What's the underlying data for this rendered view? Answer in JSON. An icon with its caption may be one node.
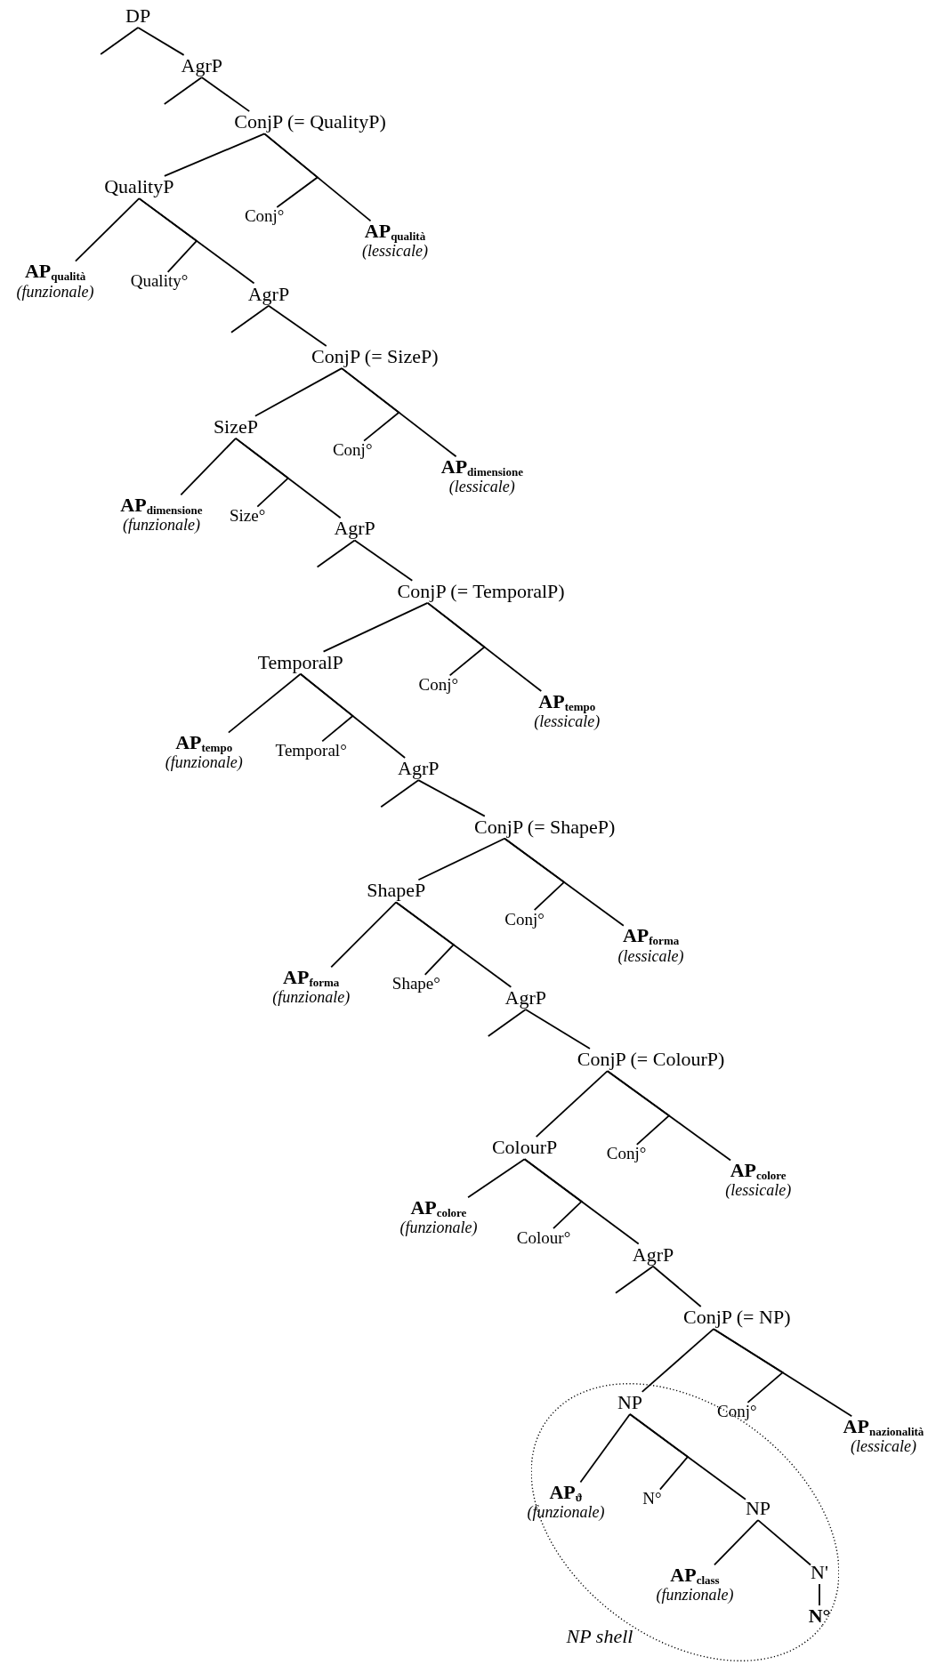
{
  "diagram": {
    "nodes": [
      {
        "text": [
          "DP"
        ]
      },
      {
        "text": [
          "AgrP"
        ]
      },
      {
        "text": [
          "ConjP (= QualityP)"
        ]
      },
      {
        "text": [
          "QualityP"
        ]
      },
      {
        "text": [
          "Conj°"
        ]
      },
      {
        "text": [
          "AP$_{qualità}$",
          "(lessicale)"
        ]
      },
      {
        "text": [
          "AP$_{qualità}$",
          "(funzionale)"
        ]
      },
      {
        "text": [
          "Quality°"
        ]
      },
      {
        "text": [
          "AgrP"
        ]
      },
      {
        "text": [
          "ConjP (= SizeP)"
        ]
      },
      {
        "text": [
          "SizeP"
        ]
      },
      {
        "text": [
          "Conj°"
        ]
      },
      {
        "text": [
          "AP$_{dimensione}$",
          "(lessicale)"
        ]
      },
      {
        "text": [
          "AP$_{dimensione}$",
          "(funzionale)"
        ]
      },
      {
        "text": [
          "Size°"
        ]
      },
      {
        "text": [
          "AgrP"
        ]
      },
      {
        "text": [
          "ConjP (= TemporalP)"
        ]
      },
      {
        "text": [
          "TemporalP"
        ]
      },
      {
        "text": [
          "Conj°"
        ]
      },
      {
        "text": [
          "AP$_{tempo}$",
          "(lessicale)"
        ]
      },
      {
        "text": [
          "AP$_{tempo}$",
          "(funzionale)"
        ]
      },
      {
        "text": [
          "Temporal°"
        ]
      },
      {
        "text": [
          "AgrP"
        ]
      },
      {
        "text": [
          "ConjP (= ShapeP)"
        ]
      },
      {
        "text": [
          "ShapeP"
        ]
      },
      {
        "text": [
          "Conj°"
        ]
      },
      {
        "text": [
          "AP$_{forma}$",
          "(lessicale)"
        ]
      },
      {
        "text": [
          "AP$_{forma}$",
          "(funzionale)"
        ]
      },
      {
        "text": [
          "Shape°"
        ]
      },
      {
        "text": [
          "AgrP"
        ]
      },
      {
        "text": [
          "ConjP (= ColourP)"
        ]
      },
      {
        "text": [
          "ColourP"
        ]
      },
      {
        "text": [
          "Conj°"
        ]
      },
      {
        "text": [
          "AP$_{colore}$",
          "(lessicale)"
        ]
      },
      {
        "text": [
          "AP$_{colore}$",
          "(funzionale)"
        ]
      },
      {
        "text": [
          "Colour°"
        ]
      },
      {
        "text": [
          "AgrP"
        ]
      },
      {
        "text": [
          "ConjP (= NP)"
        ]
      },
      {
        "text": [
          "NP shell"
        ]
      },
      {
        "text": [
          "NP"
        ],
        "in": 38
      },
      {
        "text": [
          "Conj°"
        ]
      },
      {
        "text": [
          "AP$_{nazionalità}$",
          "(lessicale)"
        ]
      },
      {
        "text": [
          "AP$_{ϑ}$",
          "(funzionale)"
        ],
        "in": 38
      },
      {
        "text": [
          "N°"
        ],
        "in": 38
      },
      {
        "text": [
          "NP"
        ],
        "in": 38
      },
      {
        "text": [
          "AP$_{class}$",
          "(funzionale)"
        ],
        "in": 38
      },
      {
        "text": [
          "N'"
        ],
        "in": 38
      },
      {
        "text": [
          "N°"
        ],
        "in": 38
      }
    ],
    "edges": [
      {
        "from": 0,
        "to": null,
        "arrow": "none"
      },
      {
        "from": 0,
        "to": 1,
        "arrow": "none"
      },
      {
        "from": 1,
        "to": null,
        "arrow": "none"
      },
      {
        "from": 1,
        "to": 2,
        "arrow": "none"
      },
      {
        "from": 2,
        "to": 3,
        "arrow": "none"
      },
      {
        "from": 2,
        "to": 4,
        "arrow": "none"
      },
      {
        "from": 2,
        "to": 5,
        "arrow": "none"
      },
      {
        "from": 3,
        "to": 6,
        "arrow": "none"
      },
      {
        "from": 3,
        "to": 7,
        "arrow": "none"
      },
      {
        "from": 3,
        "to": 8,
        "arrow": "none"
      },
      {
        "from": 8,
        "to": null,
        "arrow": "none"
      },
      {
        "from": 8,
        "to": 9,
        "arrow": "none"
      },
      {
        "from": 9,
        "to": 10,
        "arrow": "none"
      },
      {
        "from": 9,
        "to": 11,
        "arrow": "none"
      },
      {
        "from": 9,
        "to": 12,
        "arrow": "none"
      },
      {
        "from": 10,
        "to": 13,
        "arrow": "none"
      },
      {
        "from": 10,
        "to": 14,
        "arrow": "none"
      },
      {
        "from": 10,
        "to": 15,
        "arrow": "none"
      },
      {
        "from": 15,
        "to": null,
        "arrow": "none"
      },
      {
        "from": 15,
        "to": 16,
        "arrow": "none"
      },
      {
        "from": 16,
        "to": 17,
        "arrow": "none"
      },
      {
        "from": 16,
        "to": 18,
        "arrow": "none"
      },
      {
        "from": 16,
        "to": 19,
        "arrow": "none"
      },
      {
        "from": 17,
        "to": 20,
        "arrow": "none"
      },
      {
        "from": 17,
        "to": 21,
        "arrow": "none"
      },
      {
        "from": 17,
        "to": 22,
        "arrow": "none"
      },
      {
        "from": 22,
        "to": null,
        "arrow": "none"
      },
      {
        "from": 22,
        "to": 23,
        "arrow": "none"
      },
      {
        "from": 23,
        "to": 24,
        "arrow": "none"
      },
      {
        "from": 23,
        "to": 25,
        "arrow": "none"
      },
      {
        "from": 23,
        "to": 26,
        "arrow": "none"
      },
      {
        "from": 24,
        "to": 27,
        "arrow": "none"
      },
      {
        "from": 24,
        "to": 28,
        "arrow": "none"
      },
      {
        "from": 24,
        "to": 29,
        "arrow": "none"
      },
      {
        "from": 29,
        "to": null,
        "arrow": "none"
      },
      {
        "from": 29,
        "to": 30,
        "arrow": "none"
      },
      {
        "from": 30,
        "to": 31,
        "arrow": "none"
      },
      {
        "from": 30,
        "to": 32,
        "arrow": "none"
      },
      {
        "from": 30,
        "to": 33,
        "arrow": "none"
      },
      {
        "from": 31,
        "to": 34,
        "arrow": "none"
      },
      {
        "from": 31,
        "to": 35,
        "arrow": "none"
      },
      {
        "from": 31,
        "to": 36,
        "arrow": "none"
      },
      {
        "from": 36,
        "to": null,
        "arrow": "none"
      },
      {
        "from": 36,
        "to": 37,
        "arrow": "none"
      },
      {
        "from": 37,
        "to": 39,
        "arrow": "none"
      },
      {
        "from": 37,
        "to": 40,
        "arrow": "none"
      },
      {
        "from": 37,
        "to": 41,
        "arrow": "none"
      },
      {
        "from": 39,
        "to": 42,
        "arrow": "none"
      },
      {
        "from": 39,
        "to": 43,
        "arrow": "none"
      },
      {
        "from": 39,
        "to": 44,
        "arrow": "none"
      },
      {
        "from": 44,
        "to": 45,
        "arrow": "none"
      },
      {
        "from": 44,
        "to": 46,
        "arrow": "none"
      },
      {
        "from": 46,
        "to": 47,
        "arrow": "none"
      }
    ]
  }
}
